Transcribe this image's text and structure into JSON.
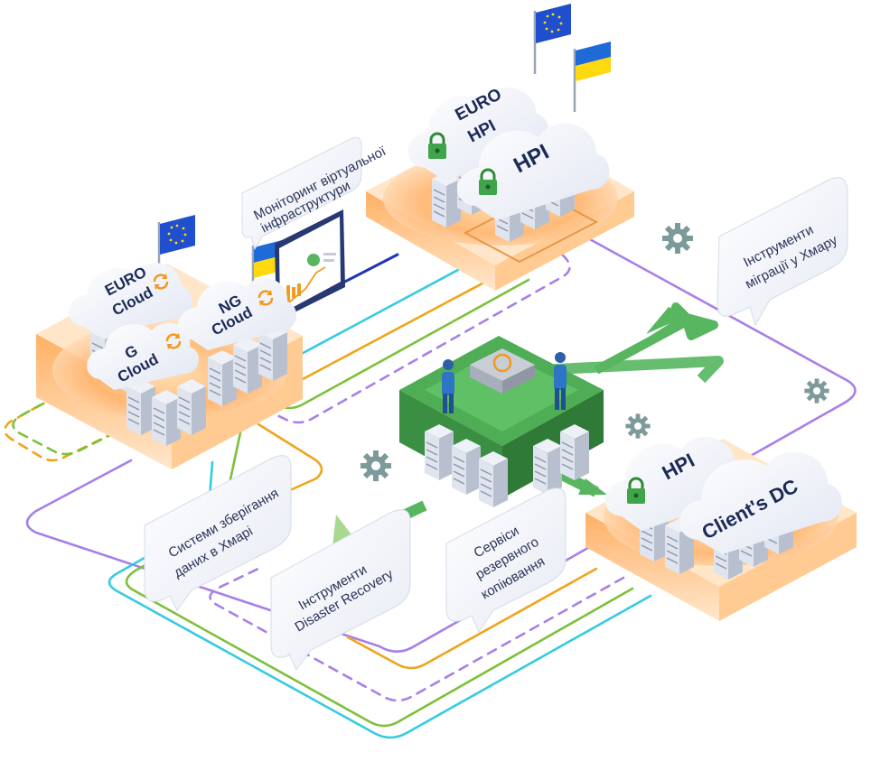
{
  "clouds": {
    "euro_cloud": {
      "line1": "EURO",
      "line2": "Cloud"
    },
    "g_cloud": {
      "line1": "G",
      "line2": "Cloud"
    },
    "ng_cloud": {
      "line1": "NG",
      "line2": "Cloud"
    },
    "euro_hpi": {
      "line1": "EURO",
      "line2": "HPI"
    },
    "hpi_top": {
      "line1": "HPI"
    },
    "hpi_client": {
      "line1": "HPI"
    },
    "clients_dc": {
      "line1": "Client's DC"
    }
  },
  "bubbles": {
    "monitoring": {
      "line1": "Моніторинг віртуальної",
      "line2": "інфраструктури"
    },
    "migration": {
      "line1": "Інструменти",
      "line2": "міграції у Хмару"
    },
    "storage": {
      "line1": "Системи зберігання",
      "line2": "даних в Хмарі"
    },
    "disaster_recovery": {
      "line1": "Інструменти",
      "line2": "Disaster Recovery"
    },
    "backup": {
      "line1": "Сервіси",
      "line2": "резервного",
      "line3": "копіювання"
    }
  },
  "colors": {
    "connector_purple": "#a77fe8",
    "connector_green": "#7dc03a",
    "connector_orange": "#f0a41a",
    "connector_cyan": "#36cbe0",
    "connector_navy": "#1f35b5",
    "platform_glow": "#ff9a3c",
    "hub_green": "#3da64a",
    "eu_flag": "#1f4fcf",
    "ua_blue": "#1e6ad9",
    "ua_yellow": "#ffd90f"
  },
  "icons": [
    "eu-flag",
    "ukraine-flag",
    "lock-icon",
    "sync-icon",
    "gear-icon",
    "server-rack",
    "engineer-figure",
    "monitor-chart"
  ]
}
